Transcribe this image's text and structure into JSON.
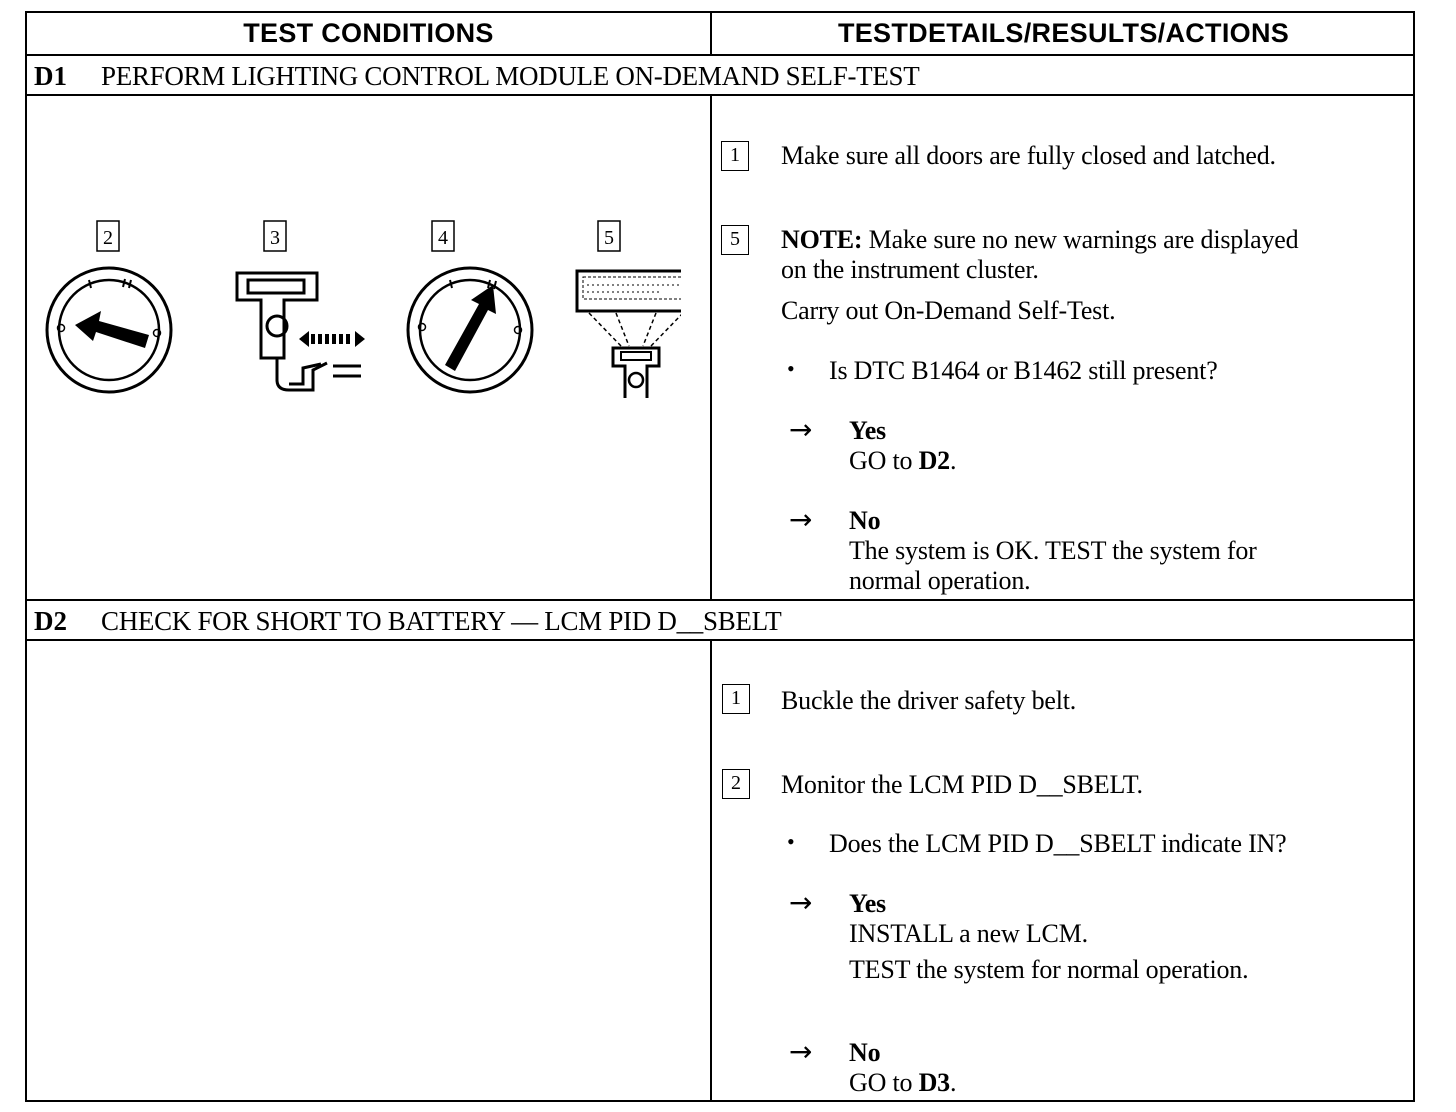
{
  "header": {
    "left": "TEST CONDITIONS",
    "right": "TESTDETAILS/RESULTS/ACTIONS"
  },
  "d1": {
    "id": "D1",
    "title": "PERFORM LIGHTING CONTROL MODULE ON-DEMAND SELF-TEST",
    "illustration_labels": [
      "2",
      "3",
      "4",
      "5"
    ],
    "steps": {
      "s1_num": "1",
      "s1_text": "Make sure all doors are fully closed and latched.",
      "s5_num": "5",
      "s5_note_label": "NOTE:",
      "s5_note_line1": "Make sure no new warnings are displayed",
      "s5_note_line2": "on the instrument cluster.",
      "s5_text": "Carry out On-Demand Self-Test."
    },
    "question": "Is DTC B1464 or B1462 still present?",
    "yes_label": "Yes",
    "yes_line1_prefix": "GO to ",
    "yes_line1_ref": "D2",
    "yes_line1_suffix": ".",
    "no_label": "No",
    "no_line1": "The system is OK. TEST the system for",
    "no_line2": "normal operation."
  },
  "d2": {
    "id": "D2",
    "title": "CHECK FOR SHORT TO BATTERY — LCM PID D__SBELT",
    "steps": {
      "s1_num": "1",
      "s1_text": "Buckle the driver safety belt.",
      "s2_num": "2",
      "s2_text": "Monitor the LCM PID D__SBELT."
    },
    "question": "Does the LCM PID D__SBELT indicate IN?",
    "yes_label": "Yes",
    "yes_line1": "INSTALL a new LCM.",
    "yes_line2": "TEST the system for normal  operation.",
    "no_label": "No",
    "no_line1_prefix": "GO to ",
    "no_line1_ref": "D3",
    "no_line1_suffix": "."
  },
  "symbols": {
    "bullet": "•",
    "arrow": "→"
  }
}
